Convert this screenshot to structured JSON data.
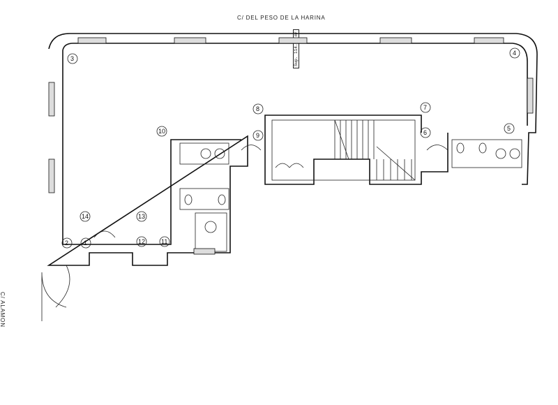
{
  "streets": {
    "top": "C/ DEL PESO DE LA HARINA",
    "side": "C/ ALAMON"
  },
  "area_label": "Sup. 114.82 m²",
  "column_tags": [
    "1",
    "2",
    "3",
    "4",
    "5",
    "6",
    "7",
    "8",
    "9",
    "10",
    "11",
    "12",
    "13",
    "14"
  ]
}
